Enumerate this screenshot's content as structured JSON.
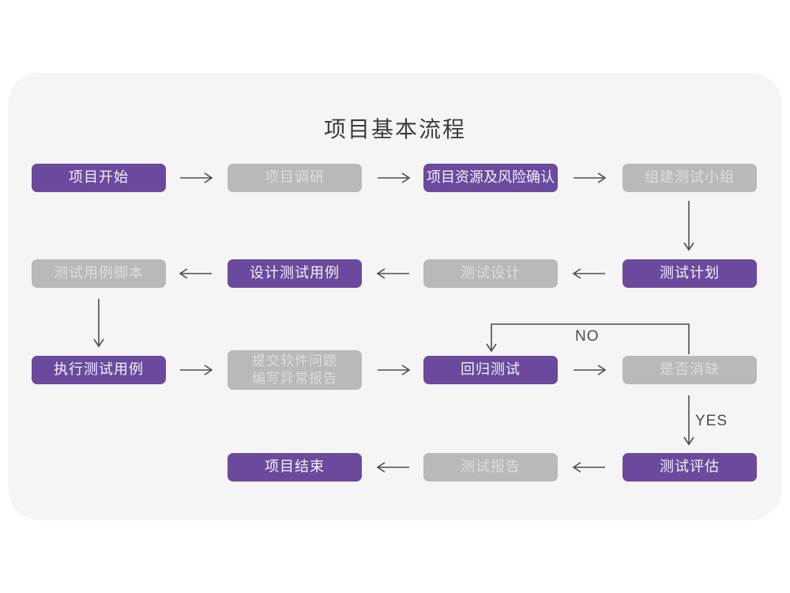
{
  "title": "项目基本流程",
  "colors": {
    "page_bg": "#ffffff",
    "card_bg": "#f5f5f6",
    "purple": "#6b4a9d",
    "gray": "#b9b9bb",
    "purple_text": "#f3f0f8",
    "gray_text": "#dcdcdd",
    "arrow": "#4e4e4e",
    "title_color": "#3c3c3c"
  },
  "branch_labels": {
    "no": "NO",
    "yes": "YES"
  },
  "nodes": [
    {
      "id": "project-start",
      "label": "项目开始",
      "variant": "purple"
    },
    {
      "id": "project-research",
      "label": "项目调研",
      "variant": "gray"
    },
    {
      "id": "resources-risk-confirm",
      "label": "项目资源及风险确认",
      "variant": "purple"
    },
    {
      "id": "form-test-team",
      "label": "组建测试小组",
      "variant": "gray"
    },
    {
      "id": "test-plan",
      "label": "测试计划",
      "variant": "purple"
    },
    {
      "id": "test-design",
      "label": "测试设计",
      "variant": "gray"
    },
    {
      "id": "design-test-cases",
      "label": "设计测试用例",
      "variant": "purple"
    },
    {
      "id": "test-case-scripts",
      "label": "测试用例脚本",
      "variant": "gray"
    },
    {
      "id": "execute-test-cases",
      "label": "执行测试用例",
      "variant": "purple"
    },
    {
      "id": "submit-issue-report",
      "lines": [
        "提交软件问题",
        "编写异常报告"
      ],
      "variant": "gray"
    },
    {
      "id": "regression-test",
      "label": "回归测试",
      "variant": "purple"
    },
    {
      "id": "defect-resolved",
      "label": "是否消缺",
      "variant": "gray"
    },
    {
      "id": "test-evaluation",
      "label": "测试评估",
      "variant": "purple"
    },
    {
      "id": "test-report",
      "label": "测试报告",
      "variant": "gray"
    },
    {
      "id": "project-end",
      "label": "项目结束",
      "variant": "purple"
    }
  ]
}
